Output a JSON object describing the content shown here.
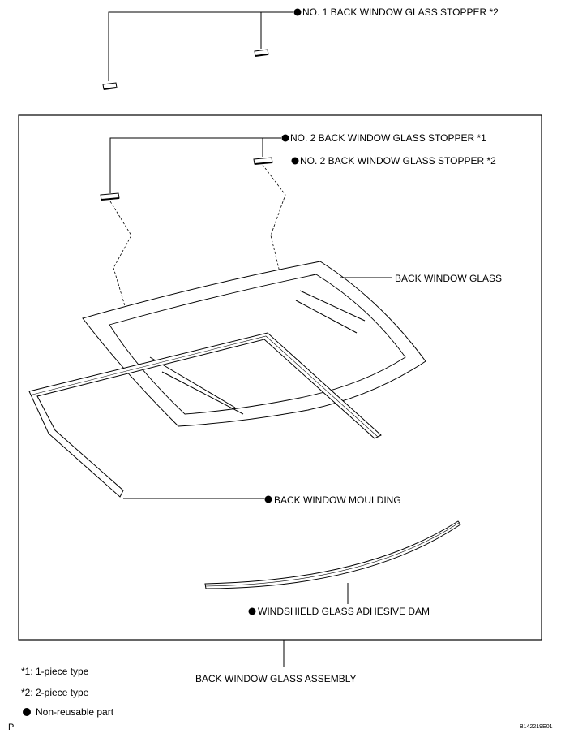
{
  "labels": {
    "no1_stopper": "NO. 1 BACK WINDOW GLASS STOPPER *2",
    "no2_stopper_1": "NO. 2 BACK WINDOW GLASS STOPPER *1",
    "no2_stopper_2": "NO. 2 BACK WINDOW GLASS STOPPER *2",
    "back_window_glass": "BACK WINDOW GLASS",
    "back_window_moulding": "BACK WINDOW MOULDING",
    "adhesive_dam": "WINDSHIELD GLASS ADHESIVE DAM",
    "assembly": "BACK WINDOW GLASS ASSEMBLY"
  },
  "legend": {
    "note1": "*1: 1-piece type",
    "note2": "*2: 2-piece type",
    "nonreusable": "Non-reusable part"
  },
  "corner": {
    "left": "P",
    "code": "B142219E01"
  }
}
